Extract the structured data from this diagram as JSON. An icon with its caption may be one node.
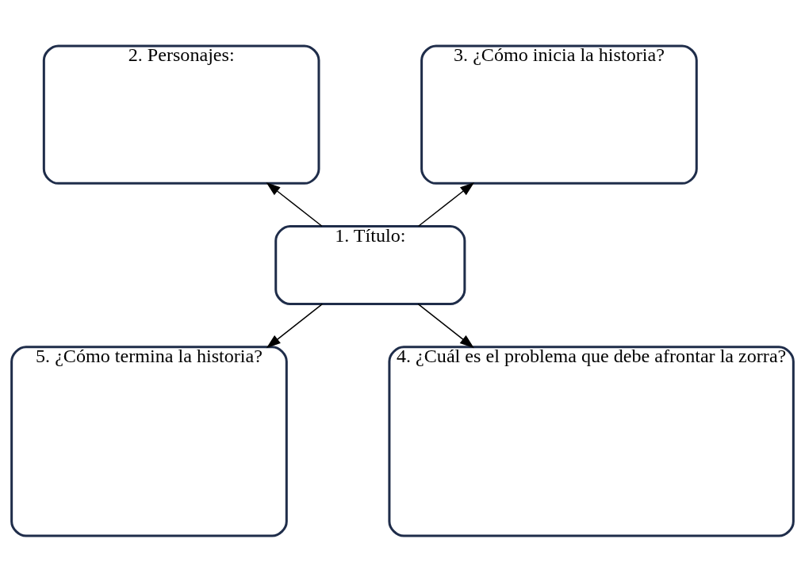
{
  "diagram": {
    "nodes": [
      {
        "text": [
          "2. Personajes:"
        ]
      },
      {
        "text": [
          "3. ¿Cómo inicia la historia?"
        ]
      },
      {
        "text": [
          "1. Título:"
        ]
      },
      {
        "text": [
          "5. ¿Cómo termina la historia?"
        ]
      },
      {
        "text": [
          "4. ¿Cuál es el problema que debe afrontar la zorra?"
        ]
      }
    ],
    "edges": [
      {
        "from": 2,
        "to": 0,
        "arrow": "to"
      },
      {
        "from": 2,
        "to": 1,
        "arrow": "to"
      },
      {
        "from": 2,
        "to": 4,
        "arrow": "to"
      },
      {
        "from": 2,
        "to": 3,
        "arrow": "to"
      }
    ]
  }
}
